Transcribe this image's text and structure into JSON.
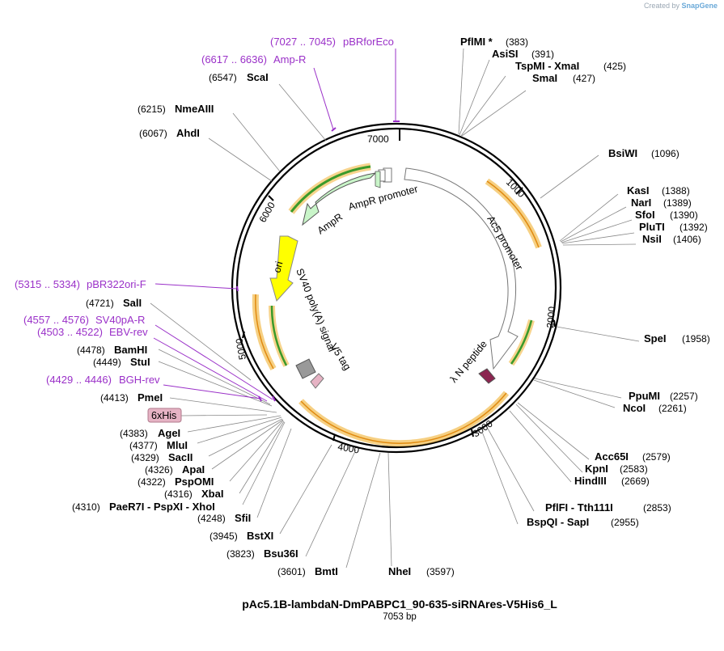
{
  "credit": {
    "prefix": "Created by",
    "brand": "SnapGene"
  },
  "plasmid": {
    "name": "pAc5.1B-lambdaN-DmPABPC1_90-635-siRNAres-V5His6_L",
    "length": "7053 bp"
  },
  "ticks": [
    "1000",
    "2000",
    "3000",
    "4000",
    "5000",
    "6000",
    "7000"
  ],
  "features": [
    {
      "label": "AmpR promoter"
    },
    {
      "label": "AmpR"
    },
    {
      "label": "Ac5 promoter"
    },
    {
      "label": "ori"
    },
    {
      "label": "SV40 poly(A) signal"
    },
    {
      "label": "V5 tag"
    },
    {
      "label": "λ N peptide"
    },
    {
      "label": "6xHis"
    }
  ],
  "sites_right": [
    {
      "name": "PflMI *",
      "coord": "(383)"
    },
    {
      "name": "AsiSI",
      "coord": "(391)"
    },
    {
      "name": "TspMI  - XmaI",
      "coord": "(425)"
    },
    {
      "name": "SmaI",
      "coord": "(427)"
    },
    {
      "name": "BsiWI",
      "coord": "(1096)"
    },
    {
      "name": "KasI",
      "coord": "(1388)"
    },
    {
      "name": "NarI",
      "coord": "(1389)"
    },
    {
      "name": "SfoI",
      "coord": "(1390)"
    },
    {
      "name": "PluTI",
      "coord": "(1392)"
    },
    {
      "name": "NsiI",
      "coord": "(1406)"
    },
    {
      "name": "SpeI",
      "coord": "(1958)"
    },
    {
      "name": "PpuMI",
      "coord": "(2257)"
    },
    {
      "name": "NcoI",
      "coord": "(2261)"
    },
    {
      "name": "Acc65I",
      "coord": "(2579)"
    },
    {
      "name": "KpnI",
      "coord": "(2583)"
    },
    {
      "name": "HindIII",
      "coord": "(2669)"
    },
    {
      "name": "PflFI  - Tth111I",
      "coord": "(2853)"
    },
    {
      "name": "BspQI  - SapI",
      "coord": "(2955)"
    },
    {
      "name": "NheI",
      "coord": "(3597)"
    }
  ],
  "sites_left": [
    {
      "name": "ScaI",
      "coord": "(6547)"
    },
    {
      "name": "NmeAIII",
      "coord": "(6215)"
    },
    {
      "name": "AhdI",
      "coord": "(6067)"
    },
    {
      "name": "SalI",
      "coord": "(4721)"
    },
    {
      "name": "BamHI",
      "coord": "(4478)"
    },
    {
      "name": "StuI",
      "coord": "(4449)"
    },
    {
      "name": "PmeI",
      "coord": "(4413)"
    },
    {
      "name": "AgeI",
      "coord": "(4383)"
    },
    {
      "name": "MluI",
      "coord": "(4377)"
    },
    {
      "name": "SacII",
      "coord": "(4329)"
    },
    {
      "name": "ApaI",
      "coord": "(4326)"
    },
    {
      "name": "PspOMI",
      "coord": "(4322)"
    },
    {
      "name": "XbaI",
      "coord": "(4316)"
    },
    {
      "name": "PaeR7I  - PspXI  - XhoI",
      "coord": "(4310)"
    },
    {
      "name": "SfiI",
      "coord": "(4248)"
    },
    {
      "name": "BstXI",
      "coord": "(3945)"
    },
    {
      "name": "Bsu36I",
      "coord": "(3823)"
    },
    {
      "name": "BmtI",
      "coord": "(3601)"
    }
  ],
  "primers": [
    {
      "name": "pBRforEco",
      "coord": "(7027 .. 7045)"
    },
    {
      "name": "Amp-R",
      "coord": "(6617 .. 6636)"
    },
    {
      "name": "pBR322ori-F",
      "coord": "(5315 .. 5334)"
    },
    {
      "name": "SV40pA-R",
      "coord": "(4557 .. 4576)"
    },
    {
      "name": "EBV-rev",
      "coord": "(4503 .. 4522)"
    },
    {
      "name": "BGH-rev",
      "coord": "(4429 .. 4446)"
    }
  ],
  "colors": {
    "primer": "#9a30c8",
    "ampr": "#c9f5c9",
    "ori": "#ffff00",
    "orf_outline": "#f0b030",
    "orf_green": "#3a9a2a",
    "lambda": "#8b2550",
    "his_badge": "#e6b3c4"
  }
}
